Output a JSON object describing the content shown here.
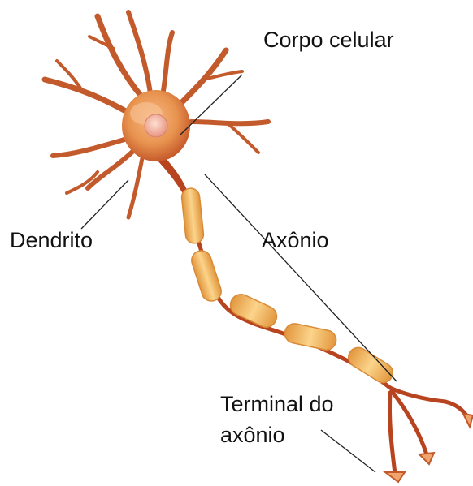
{
  "labels": {
    "cell_body": "Corpo celular",
    "dendrite": "Dendrito",
    "axon": "Axônio",
    "axon_terminal_line1": "Terminal do",
    "axon_terminal_line2": "axônio"
  },
  "colors": {
    "membrane": "#e89a55",
    "membrane_dark": "#b8431f",
    "myelin": "#f6c26e",
    "myelin_edge": "#e2963d",
    "nucleus": "#f4b6a6",
    "leader_line": "#222222"
  }
}
